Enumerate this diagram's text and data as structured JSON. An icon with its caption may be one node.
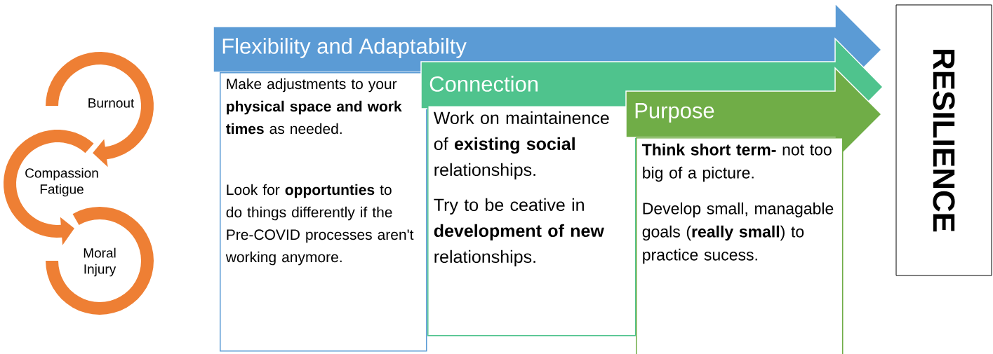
{
  "diagram": {
    "nodes": [
      {
        "text": [
          "Burnout"
        ]
      },
      {
        "text": [
          "Compassion Fatigue"
        ]
      },
      {
        "text": [
          "Moral Injury"
        ]
      },
      {
        "text": [
          "Flexibility and Adaptabilty"
        ]
      },
      {
        "text": [
          "Make adjustments to your **physical space and work times** as needed.",
          "Look for **opportunties** to do things differently if the Pre-COVID processes aren't working anymore."
        ]
      },
      {
        "text": [
          "Connection"
        ]
      },
      {
        "text": [
          "Work on maintainence of **existing social** relationships.",
          "Try to be ceative in **development of new** relationships."
        ]
      },
      {
        "text": [
          "Purpose"
        ]
      },
      {
        "text": [
          "**Think short term-** not too big of a picture.",
          "Develop small, managable goals (**really small**) to practice sucess."
        ]
      },
      {
        "text": [
          "RESILIENCE"
        ]
      }
    ],
    "edges": [
      {
        "from": 0,
        "to": 1,
        "arrow": "to"
      },
      {
        "from": 1,
        "to": 2,
        "arrow": "to"
      }
    ]
  }
}
